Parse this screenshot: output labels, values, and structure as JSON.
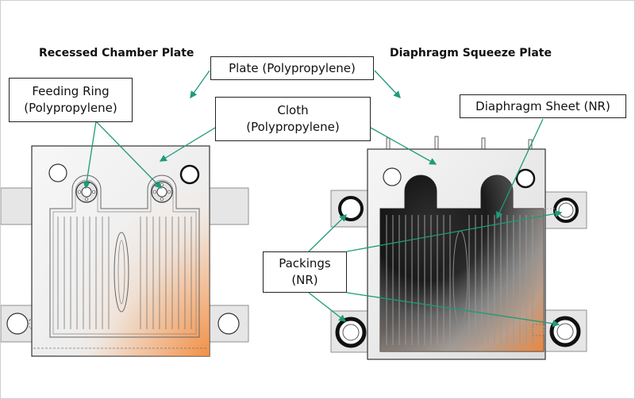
{
  "titles": {
    "left": "Recessed Chamber Plate",
    "right": "Diaphragm Squeeze Plate"
  },
  "labels": {
    "plate": "Plate (Polypropylene)",
    "feeding_ring": [
      "Feeding Ring",
      "(Polypropylene)"
    ],
    "cloth": [
      "Cloth",
      "(Polypropylene)"
    ],
    "diaphragm_sheet": "Diaphragm Sheet (NR)",
    "packings": [
      "Packings",
      "(NR)"
    ]
  },
  "colors": {
    "arrow": "#1f9a7a",
    "outline": "#222222",
    "bar_fill": "#e6e6e6",
    "accent_orange": "#f08a3c",
    "dark_sheet": "#151515"
  }
}
